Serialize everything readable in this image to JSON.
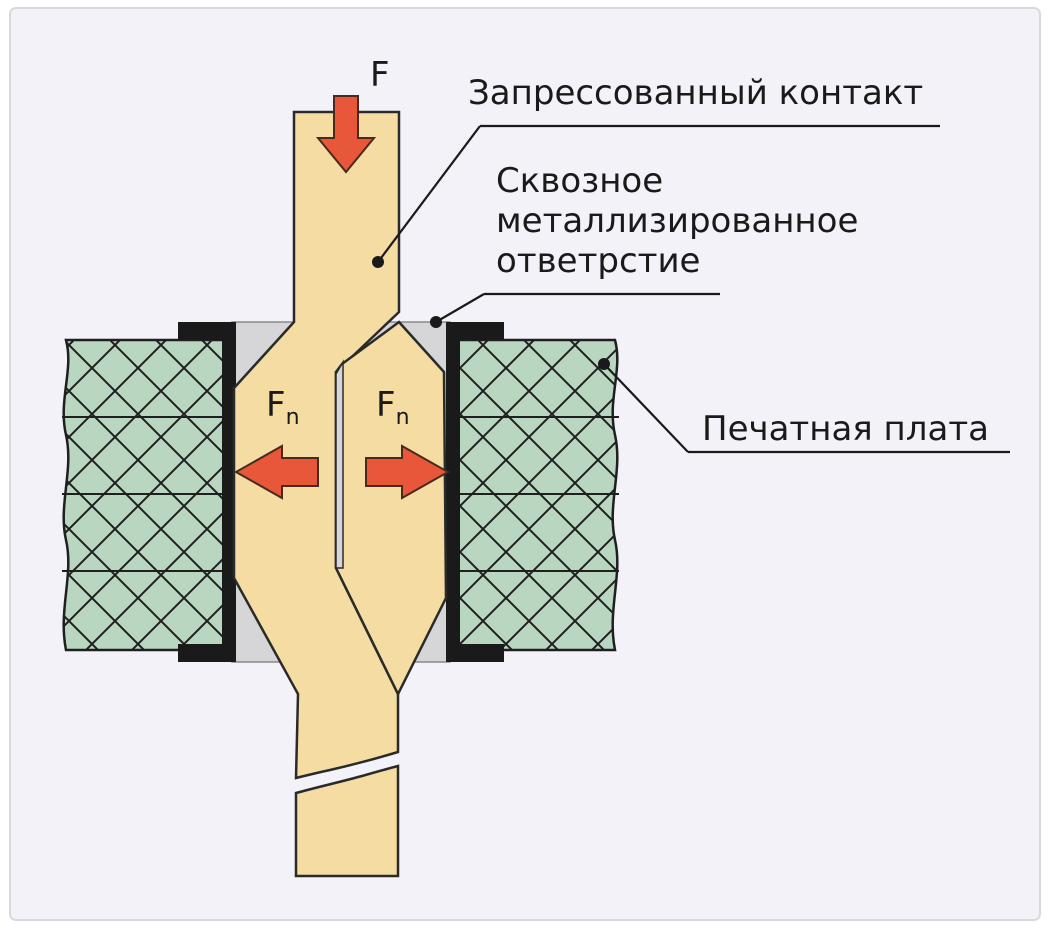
{
  "labels": {
    "pressed_contact": "Запрессованный контакт",
    "through_hole_line1": "Сквозное",
    "through_hole_line2": "металлизированное",
    "through_hole_line3": "ответрстие",
    "pcb": "Печатная плата",
    "force": "F",
    "normal_force_letter": "F",
    "normal_force_sub": "n"
  },
  "colors": {
    "frame_bg": "#f3f2f8",
    "frame_border": "#d9d9de",
    "contact_fill": "#f5dca2",
    "contact_stroke": "#2a2a2a",
    "pcb_fill": "#b9d7c0",
    "pcb_hatch": "#1f1f1f",
    "plating": "#1a1a1a",
    "hole_gap": "#d6d6d8",
    "arrow_fill": "#e8573a",
    "arrow_stroke": "#4a2a20",
    "leader_line": "#1a1a1a"
  },
  "icons": {
    "force_down": "arrow-down-icon",
    "force_left": "arrow-left-icon",
    "force_right": "arrow-right-icon"
  }
}
